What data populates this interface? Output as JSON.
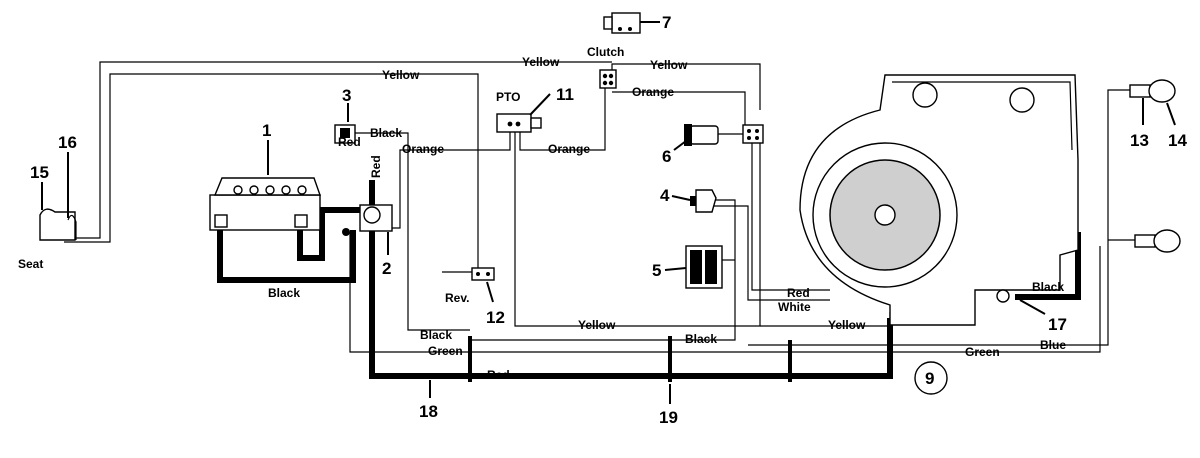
{
  "callouts": {
    "c1": "1",
    "c2": "2",
    "c3": "3",
    "c4": "4",
    "c5": "5",
    "c6": "6",
    "c7": "7",
    "c9": "9",
    "c11": "11",
    "c12": "12",
    "c13": "13",
    "c14": "14",
    "c15": "15",
    "c16": "16",
    "c17": "17",
    "c18": "18",
    "c19": "19"
  },
  "components": {
    "seat": "Seat",
    "clutch": "Clutch",
    "pto": "PTO",
    "rev": "Rev."
  },
  "wires": {
    "yellow_top": "Yellow",
    "yellow_top2": "Yellow",
    "yellow_clutch": "Yellow",
    "yellow_bottom": "Yellow",
    "yellow_engine": "Yellow",
    "orange_left": "Orange",
    "orange_pto": "Orange",
    "orange_clutch": "Orange",
    "black_3": "Black",
    "black_battery": "Black",
    "black_left": "Black",
    "black_mid": "Black",
    "black_17": "Black",
    "red_battery": "Red",
    "red_vertical": "Red",
    "red_bottom": "Red",
    "red_engine": "Red",
    "white_engine": "White",
    "green_left": "Green",
    "green_right": "Green",
    "blue": "Blue"
  }
}
